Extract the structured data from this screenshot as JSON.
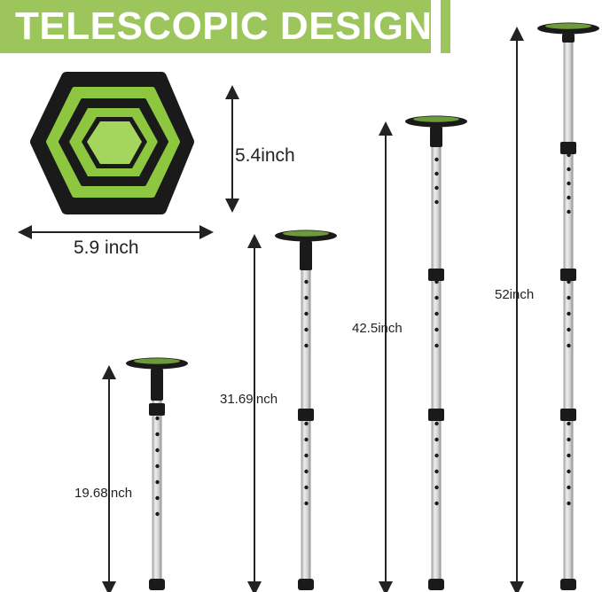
{
  "banner": {
    "title": "TELESCOPIC DESIGN"
  },
  "pad": {
    "height_label": "5.4inch",
    "width_label": "5.9 inch"
  },
  "poles": [
    {
      "label": "19.68inch"
    },
    {
      "label": "31.69inch"
    },
    {
      "label": "42.5inch"
    },
    {
      "label": "52inch"
    }
  ],
  "colors": {
    "accent": "#9cc55b",
    "pad_green": "#8dc63f",
    "pole": "#cfd1d3",
    "dark": "#1a1a1a"
  }
}
